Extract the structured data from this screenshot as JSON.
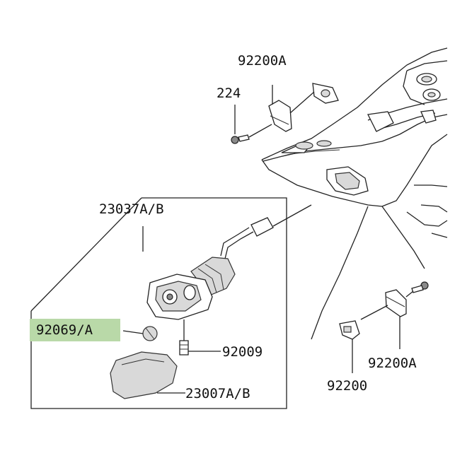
{
  "diagram": {
    "highlight_color": "#b9d9a8",
    "labels": {
      "p92200A_top": "92200A",
      "p224": "224",
      "p23037": "23037A/B",
      "p92069": "92069/A",
      "p92009": "92009",
      "p23007": "23007A/B",
      "p92200A_right": "92200A",
      "p92200": "92200"
    }
  }
}
